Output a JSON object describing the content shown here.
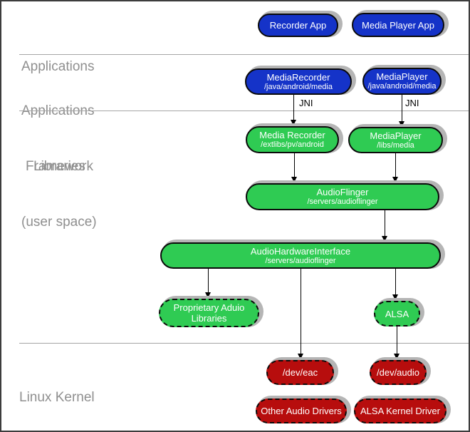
{
  "layers": {
    "applications": {
      "line1": "Applications"
    },
    "framework": {
      "line1": "Applications",
      "line2": "Framework"
    },
    "libraries": {
      "line1": "Libraries",
      "line2": "(user space)"
    },
    "kernel": {
      "line1": "Linux Kernel"
    }
  },
  "nodes": {
    "recorder_app": {
      "title": "Recorder App"
    },
    "media_player_app": {
      "title": "Media Player App"
    },
    "media_recorder_fw": {
      "title": "MediaRecorder",
      "subtitle": "/java/android/media"
    },
    "media_player_fw": {
      "title": "MediaPlayer",
      "subtitle": "/java/android/media"
    },
    "media_recorder_lib": {
      "title": "Media Recorder",
      "subtitle": "/extlibs/pv/android"
    },
    "media_player_lib": {
      "title": "MediaPlayer",
      "subtitle": "/libs/media"
    },
    "audioflinger": {
      "title": "AudioFlinger",
      "subtitle": "/servers/audioflinger"
    },
    "audio_hardware_interface": {
      "title": "AudioHardwareInterface",
      "subtitle": "/servers/audioflinger"
    },
    "proprietary_audio": {
      "line1": "Proprietary Aduio",
      "line2": "Libraries"
    },
    "alsa": {
      "title": "ALSA"
    },
    "dev_eac": {
      "title": "/dev/eac"
    },
    "dev_audio": {
      "title": "/dev/audio"
    },
    "other_audio_drivers": {
      "title": "Other Audio Drivers"
    },
    "alsa_kernel_driver": {
      "title": "ALSA Kernel Driver"
    }
  },
  "labels": {
    "jni_left": "JNI",
    "jni_right": "JNI"
  },
  "colors": {
    "application_blue": "#1533C8",
    "library_green": "#2FCB53",
    "kernel_red": "#B70D0D",
    "shadow_gray": "#B5B5B5",
    "layer_label_gray": "#8F8F8F",
    "divider_gray": "#A5A5A5",
    "arrow_black": "#000000"
  }
}
